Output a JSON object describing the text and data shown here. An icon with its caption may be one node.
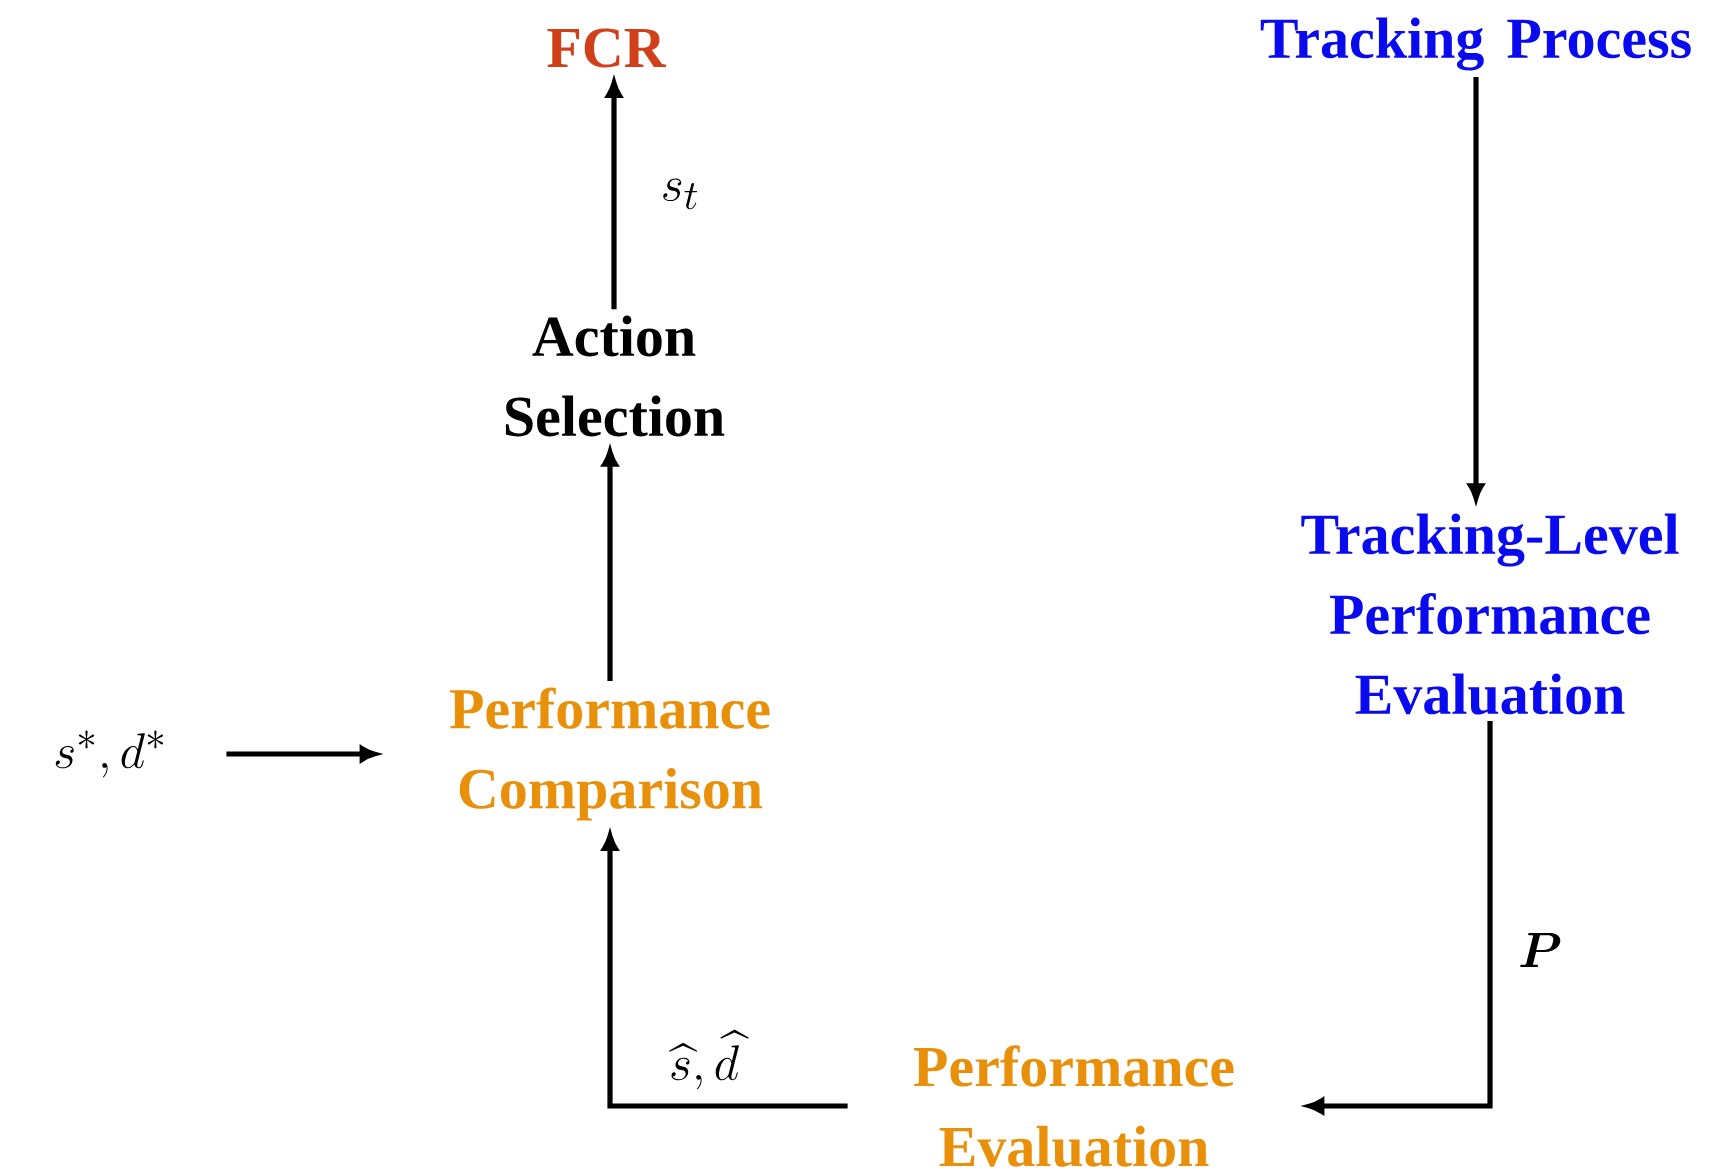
{
  "diagram": {
    "nodes": [
      {
        "text": [
          "FCR"
        ]
      },
      {
        "text": [
          "Action Selection"
        ]
      },
      {
        "text": [
          "Performance Comparison"
        ]
      },
      {
        "text": [
          "s^*, d^*"
        ]
      },
      {
        "text": [
          "Performance Evaluation"
        ]
      },
      {
        "text": [
          "Tracking Process"
        ]
      },
      {
        "text": [
          "Tracking-Level Performance Evaluation"
        ]
      }
    ],
    "edges": [
      {
        "from": 1,
        "to": 0,
        "arrow": "to",
        "label": "s_t"
      },
      {
        "from": 2,
        "to": 1,
        "arrow": "to"
      },
      {
        "from": 3,
        "to": 2,
        "arrow": "to"
      },
      {
        "from": 4,
        "to": 2,
        "arrow": "to",
        "label": "\\widehat{s}, \\widehat{d}"
      },
      {
        "from": 5,
        "to": 6,
        "arrow": "to"
      },
      {
        "from": 6,
        "to": 4,
        "arrow": "to",
        "label": "\\boldsymbol{P}"
      }
    ]
  }
}
